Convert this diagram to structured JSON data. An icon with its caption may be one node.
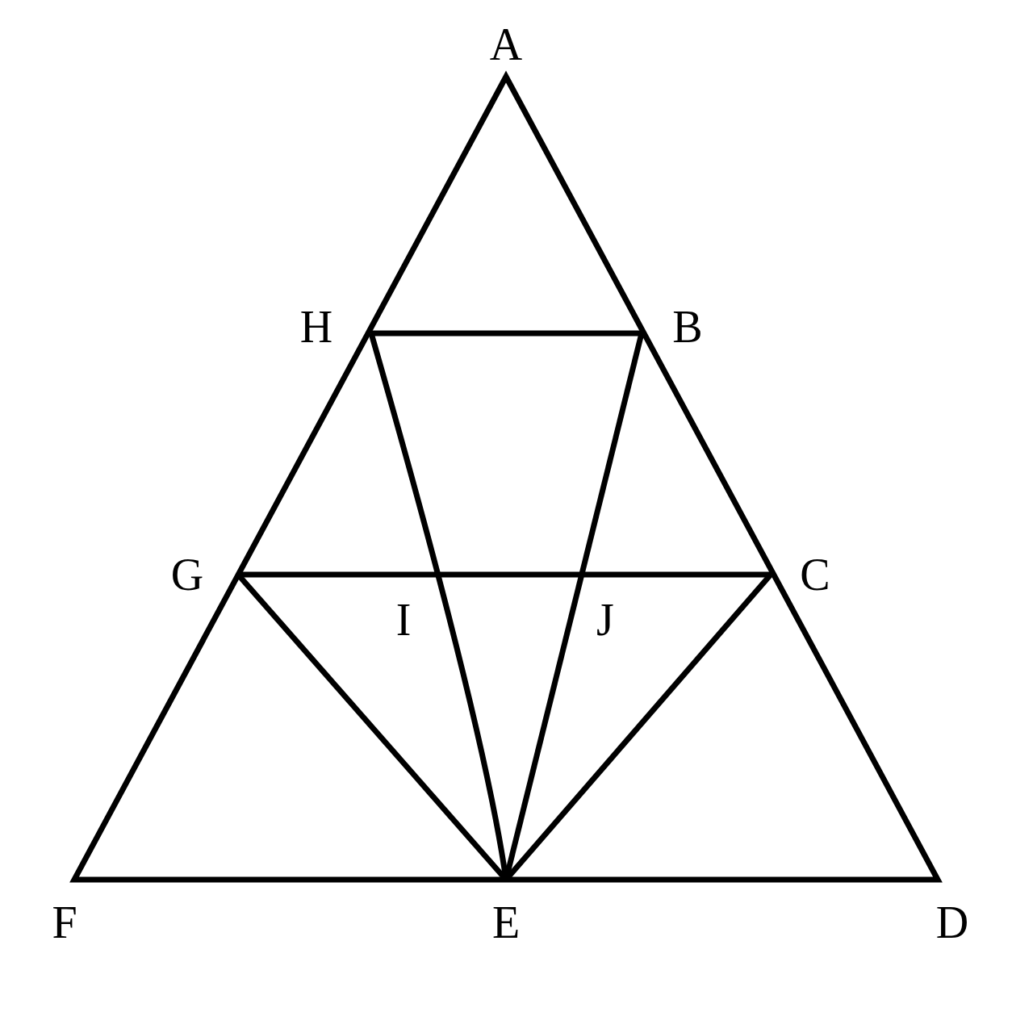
{
  "diagram": {
    "labels": [
      "A",
      "H",
      "B",
      "G",
      "C",
      "I",
      "J",
      "F",
      "E",
      "D"
    ]
  }
}
